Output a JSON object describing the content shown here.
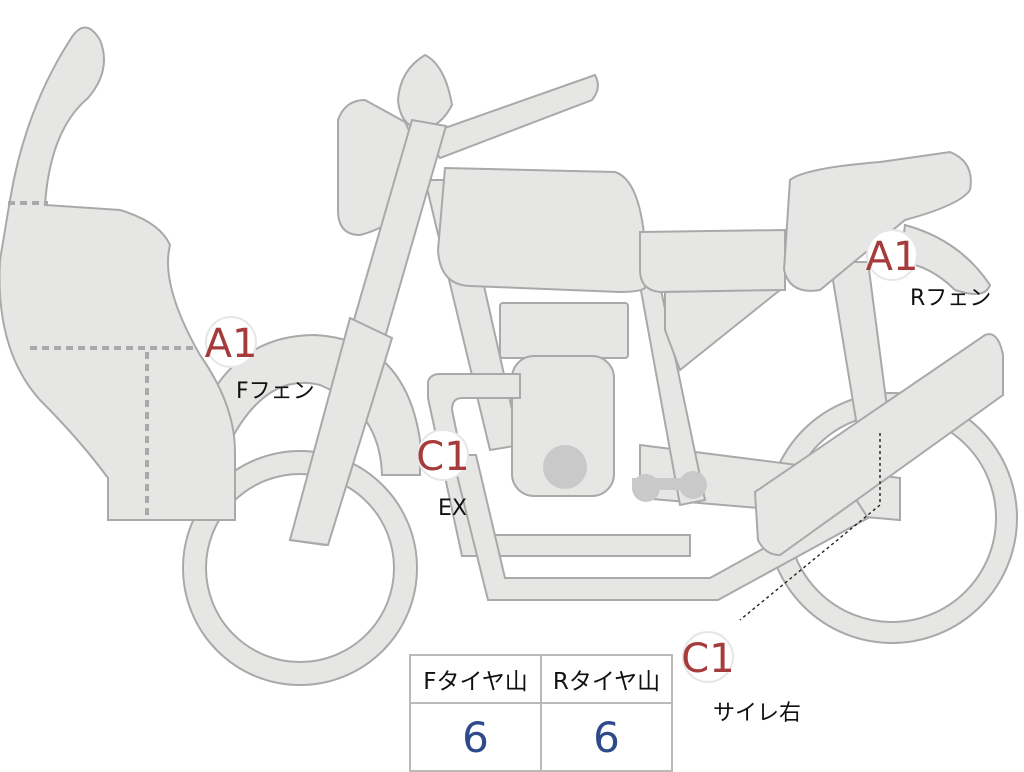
{
  "markers": {
    "a1_front": {
      "code": "A1",
      "label": "Fフェン"
    },
    "a1_rear": {
      "code": "A1",
      "label": "Rフェン"
    },
    "c1_ex": {
      "code": "C1",
      "label": "EX"
    },
    "c1_muffler": {
      "code": "C1",
      "label": "サイレ右"
    }
  },
  "tire_table": {
    "headers": [
      "Fタイヤ山",
      "Rタイヤ山"
    ],
    "values": [
      "6",
      "6"
    ]
  },
  "colors": {
    "part_fill": "#e6e6e5",
    "part_outline": "#a9a9a9",
    "code_text": "#a63b3b",
    "value_text": "#2d4a8c"
  }
}
